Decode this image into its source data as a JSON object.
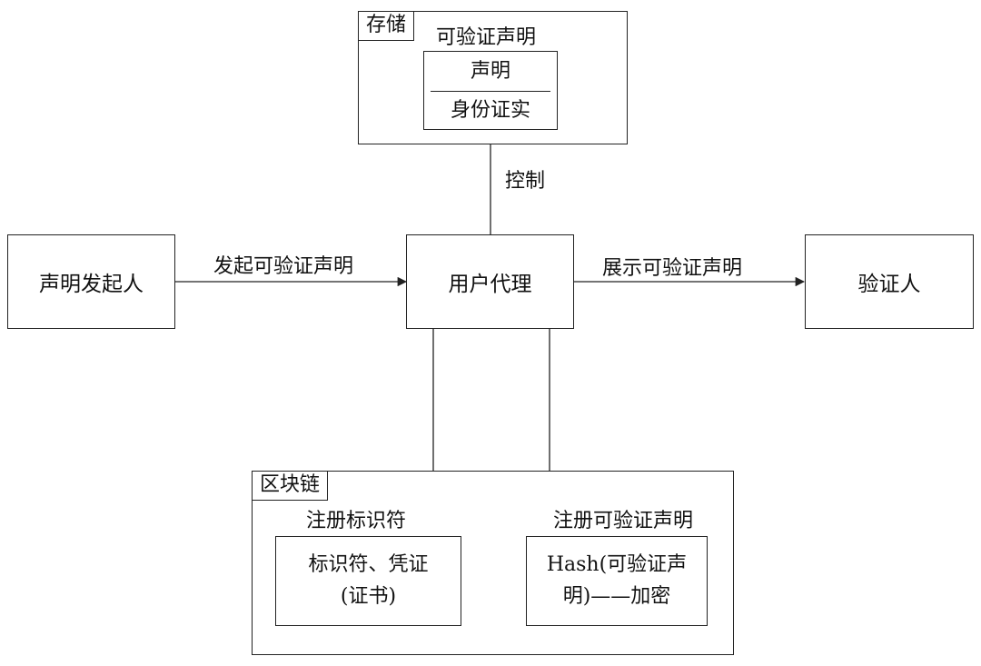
{
  "storage": {
    "tag": "存储",
    "credential_label": "可验证声明",
    "claim": "声明",
    "proof": "身份证实"
  },
  "edges": {
    "control": "控制",
    "initiate": "发起可验证声明",
    "present": "展示可验证声明",
    "register_id": "注册标识符",
    "register_credential": "注册可验证声明"
  },
  "nodes": {
    "issuer": "声明发起人",
    "agent": "用户代理",
    "verifier": "验证人"
  },
  "blockchain": {
    "tag": "区块链",
    "identifier_line1": "标识符、凭证",
    "identifier_line2": "(证书)",
    "hash_line1": "Hash(可验证声",
    "hash_line2": "明)——加密"
  },
  "colors": {
    "line": "#222222",
    "text": "#111111",
    "background": "#ffffff"
  }
}
